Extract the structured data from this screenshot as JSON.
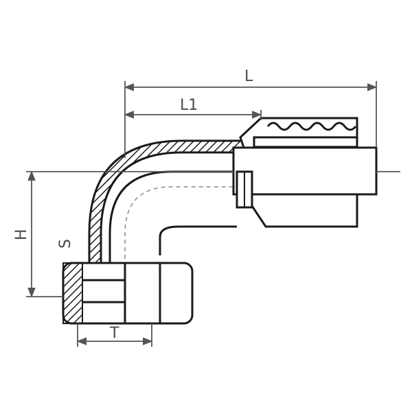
{
  "dimensions": {
    "L": "L",
    "L1": "L1",
    "H": "H",
    "S": "S",
    "T": "T"
  },
  "colors": {
    "stroke": "#1a1a1a",
    "dimension": "#555555",
    "background": "#ffffff"
  }
}
